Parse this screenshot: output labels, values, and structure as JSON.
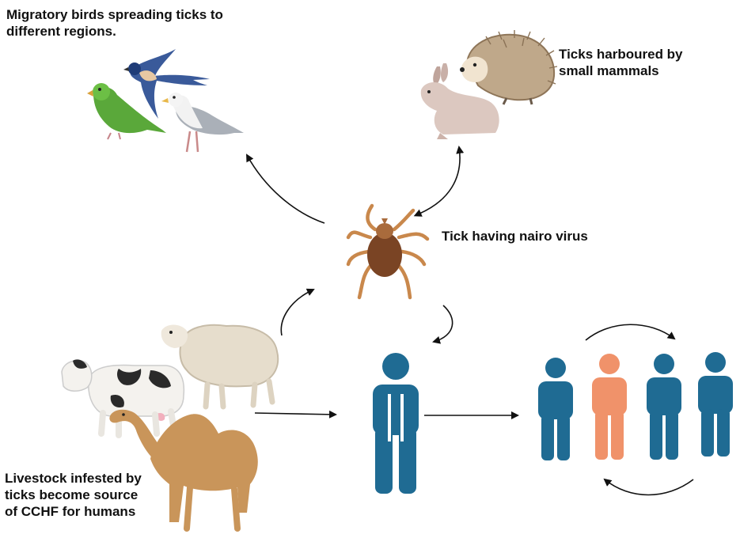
{
  "labels": {
    "birds": {
      "line1": "Migratory birds spreading ticks to",
      "line2": "different regions."
    },
    "mammals": {
      "line1": "Ticks harboured by",
      "line2": "small mammals"
    },
    "tick": "Tick having nairo virus",
    "livestock": {
      "line1": "Livestock infested by",
      "line2": "ticks become source",
      "line3": "of CCHF for humans"
    }
  },
  "colors": {
    "human_blue": "#1f6b93",
    "human_salmon": "#f0926a",
    "tick_body": "#7a4424",
    "tick_legs": "#c9884c",
    "arrow": "#111111"
  },
  "icons": [
    "swallow-icon",
    "parrot-icon",
    "gull-icon",
    "hedgehog-icon",
    "rabbit-icon",
    "tick-icon",
    "cow-icon",
    "sheep-icon",
    "camel-icon",
    "human-icon"
  ]
}
